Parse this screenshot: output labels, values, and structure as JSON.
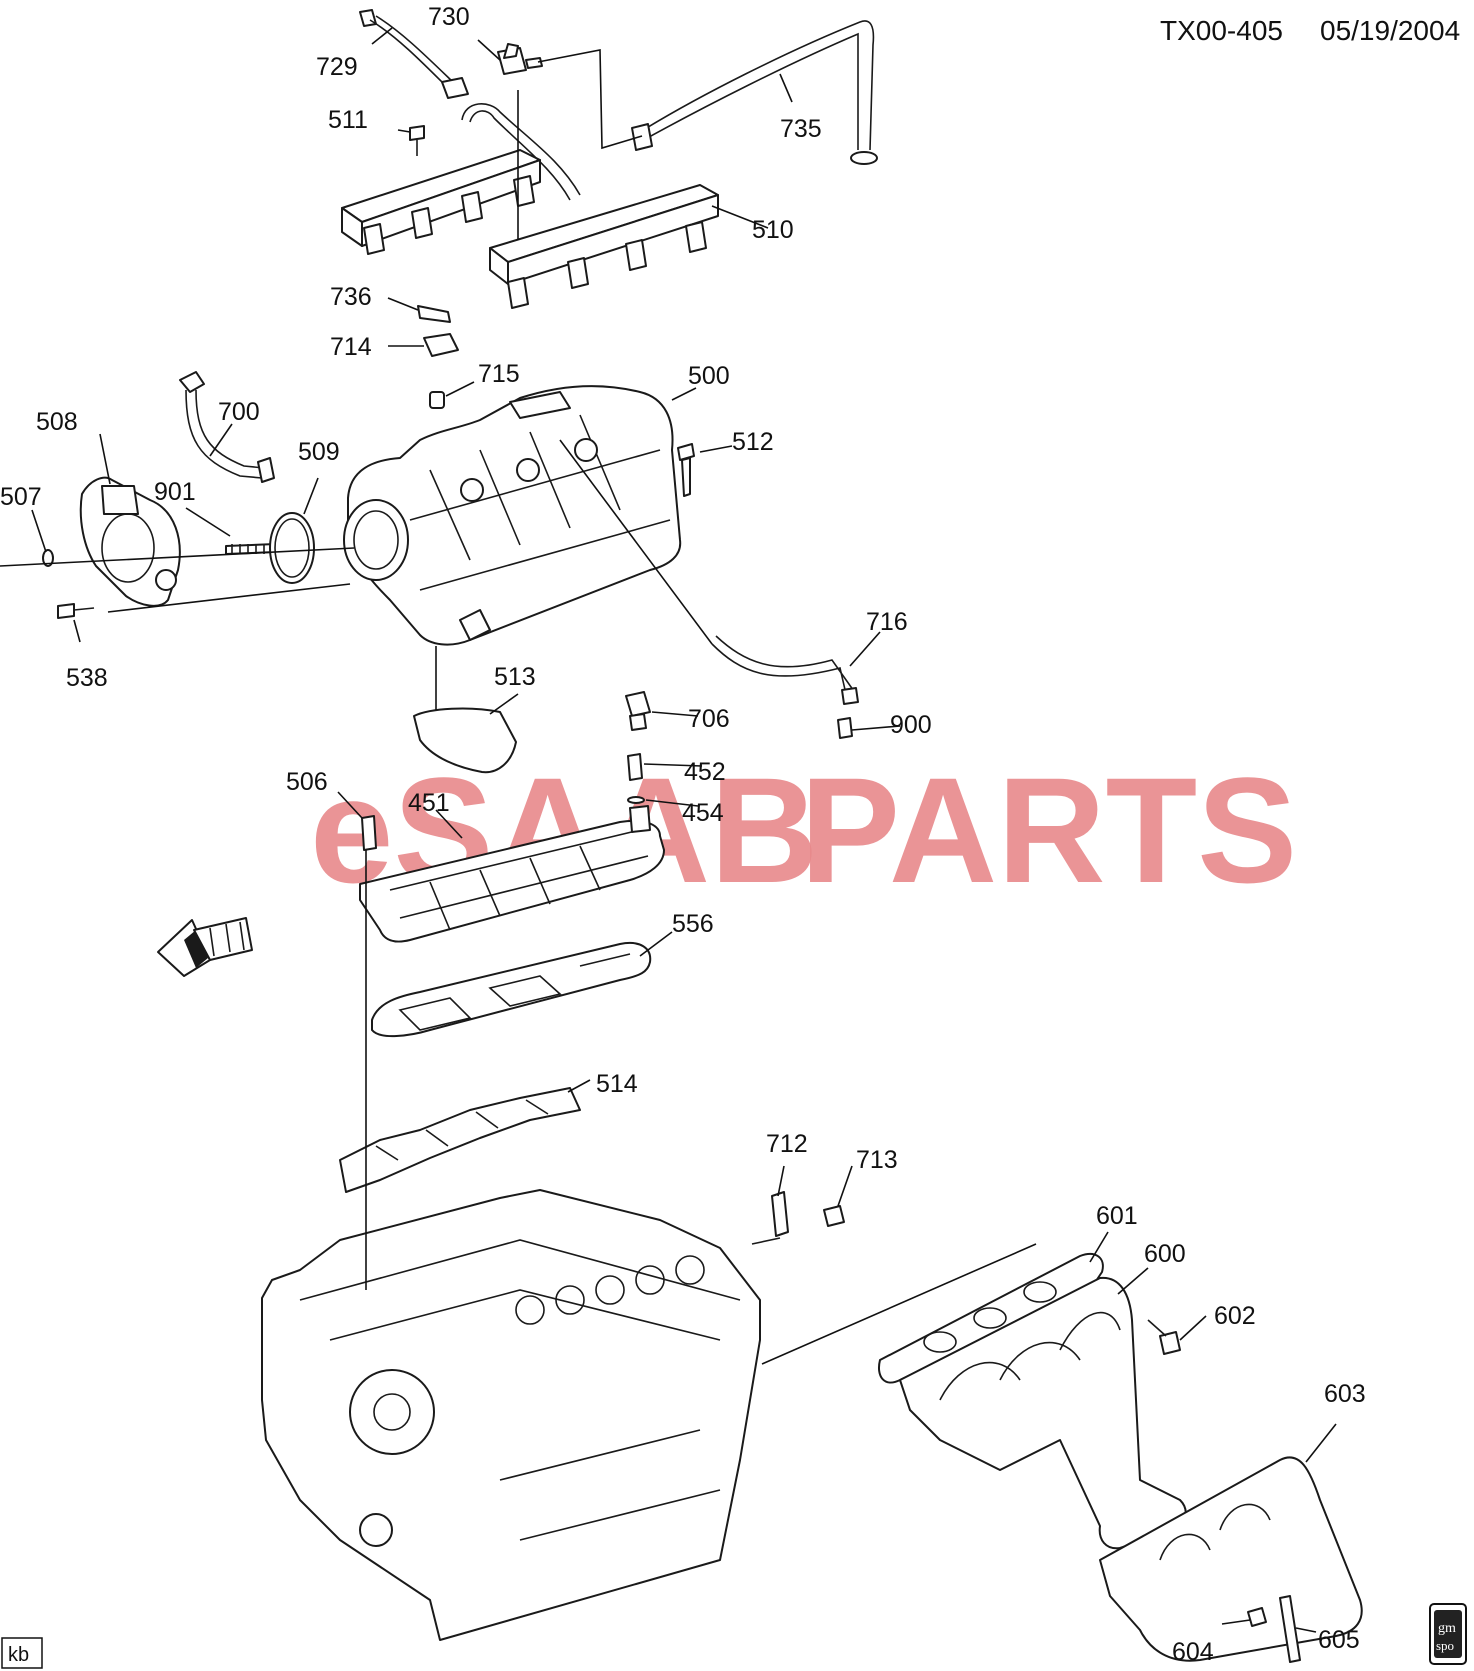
{
  "header": {
    "doc_id": "TX00-405",
    "date": "05/19/2004"
  },
  "watermark": {
    "prefix": "eSAAB",
    "suffix": "PARTS",
    "color": "#e8898b"
  },
  "footer": {
    "initials": "kb",
    "badge_line1": "gm",
    "badge_line2": "spo"
  },
  "callouts": {
    "c729": "729",
    "c730": "730",
    "c735": "735",
    "c511": "511",
    "c510": "510",
    "c736": "736",
    "c714": "714",
    "c715": "715",
    "c500": "500",
    "c512": "512",
    "c508": "508",
    "c700": "700",
    "c507": "507",
    "c901": "901",
    "c509": "509",
    "c538": "538",
    "c716": "716",
    "c513": "513",
    "c706": "706",
    "c900": "900",
    "c452": "452",
    "c506": "506",
    "c451": "451",
    "c454": "454",
    "c556": "556",
    "c514": "514",
    "c712": "712",
    "c713": "713",
    "c601": "601",
    "c600": "600",
    "c602": "602",
    "c603": "603",
    "c604": "604",
    "c605": "605"
  }
}
